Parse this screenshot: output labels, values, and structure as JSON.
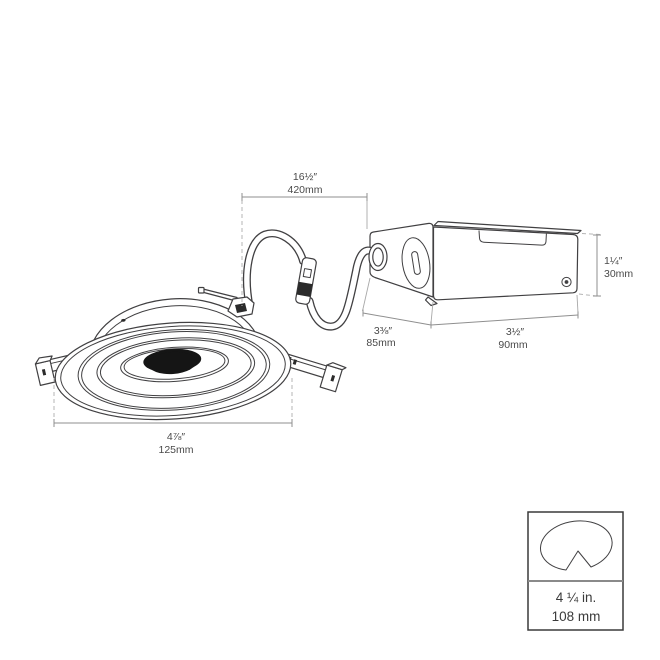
{
  "drawing": {
    "title": "recessed-gimbal-downlight-dimension-drawing",
    "cable_length": {
      "in": "16½″",
      "mm": "420mm"
    },
    "driver_box_height": {
      "in": "1¼″",
      "mm": "30mm"
    },
    "driver_box_depth": {
      "in": "3⅜″",
      "mm": "85mm"
    },
    "driver_box_width": {
      "in": "3½″",
      "mm": "90mm"
    },
    "fixture_diameter": {
      "in": "4⅞″",
      "mm": "125mm"
    }
  },
  "cutout_legend": {
    "icon": "ceiling-cutout-icon",
    "in": "4 ¼ in.",
    "mm": "108 mm"
  },
  "colors": {
    "line": "#414042",
    "dimension_line": "#8f8f8f",
    "dashed_line": "#b5b5b5",
    "text": "#4a4a4a",
    "aperture": "#151515",
    "background": "#ffffff"
  }
}
